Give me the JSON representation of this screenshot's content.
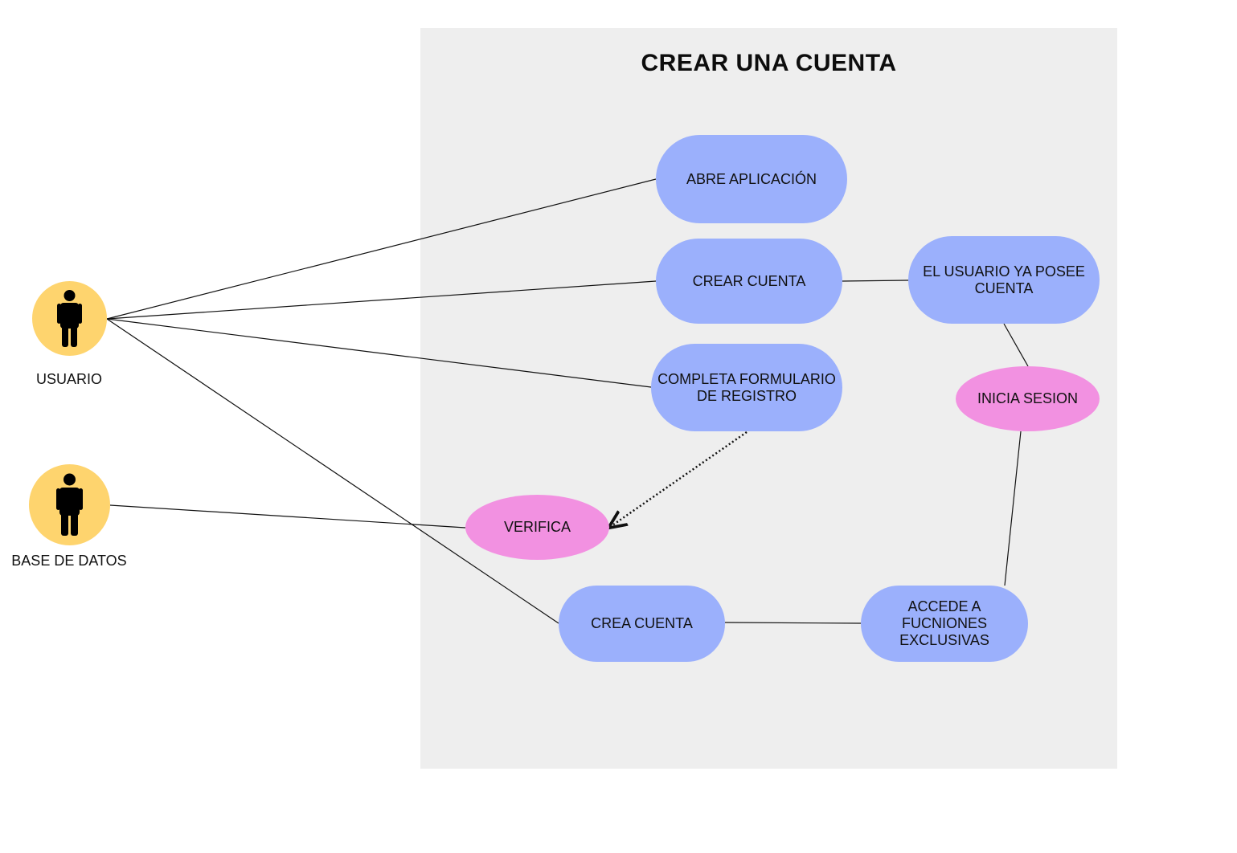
{
  "title": "CREAR UNA CUENTA",
  "actors": {
    "usuario": {
      "label": "USUARIO",
      "icon": "person-icon"
    },
    "base_datos": {
      "label": "BASE DE DATOS",
      "icon": "person-icon"
    }
  },
  "use_cases": {
    "abre_aplicacion": "ABRE APLICACIÓN",
    "crear_cuenta": "CREAR CUENTA",
    "usuario_posee_cuenta": "EL USUARIO YA POSEE\nCUENTA",
    "completa_formulario": "COMPLETA FORMULARIO\nDE REGISTRO",
    "inicia_sesion": "INICIA SESION",
    "verifica": "VERIFICA",
    "crea_cuenta": "CREA CUENTA",
    "accede_funciones": "ACCEDE A FUCNIONES\nEXCLUSIVAS"
  },
  "colors": {
    "system_background": "#eeeeee",
    "use_case_blue": "#9bb0fc",
    "use_case_pink": "#f291e1",
    "actor_circle": "#fed46e"
  }
}
